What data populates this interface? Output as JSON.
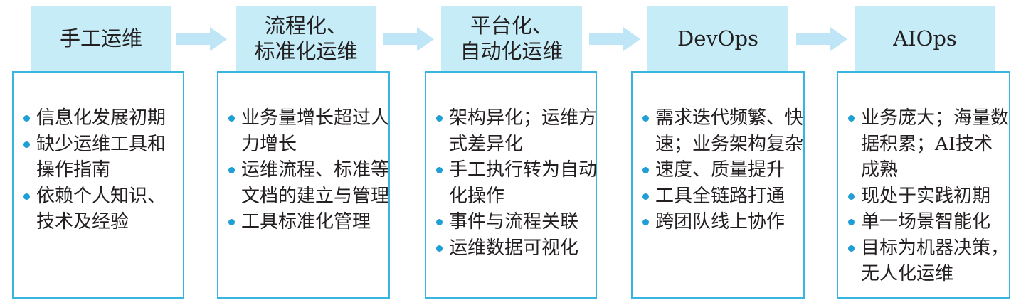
{
  "colors": {
    "header_fill": "#c6ecf8",
    "card_border": "#38b6e1",
    "bullet": "#1e9fd6",
    "arrow": "#bfe6f6",
    "text": "#231f20"
  },
  "stages": [
    {
      "title": [
        "手工运维"
      ],
      "items": [
        "信息化发展初期",
        "缺少运维工具和操作指南",
        "依赖个人知识、技术及经验"
      ]
    },
    {
      "title": [
        "流程化、",
        "标准化运维"
      ],
      "items": [
        "业务量增长超过人力增长",
        "运维流程、标准等文档的建立与管理",
        "工具标准化管理"
      ]
    },
    {
      "title": [
        "平台化、",
        "自动化运维"
      ],
      "items": [
        "架构异化；运维方式差异化",
        "手工执行转为自动化操作",
        "事件与流程关联",
        "运维数据可视化"
      ]
    },
    {
      "title": [
        "DevOps"
      ],
      "items": [
        "需求迭代频繁、快速；业务架构复杂",
        "速度、质量提升",
        "工具全链路打通",
        "跨团队线上协作"
      ]
    },
    {
      "title": [
        "AIOps"
      ],
      "items": [
        "业务庞大；海量数据积累；AI技术成熟",
        "现处于实践初期",
        "单一场景智能化",
        "目标为机器决策，无人化运维"
      ]
    }
  ]
}
